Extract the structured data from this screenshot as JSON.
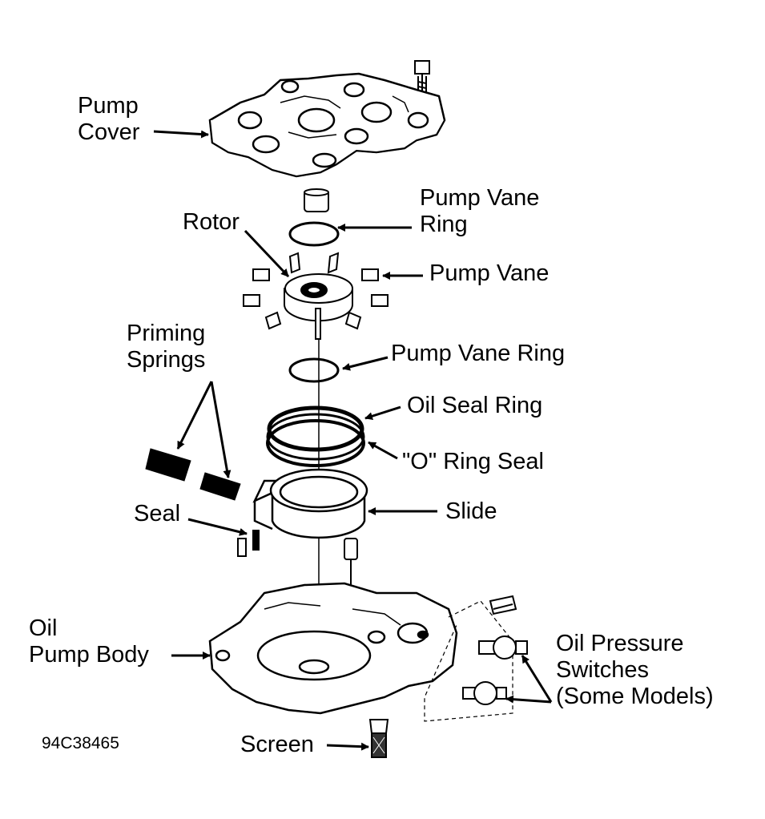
{
  "labels": {
    "pump_cover": [
      "Pump",
      "Cover"
    ],
    "pump_vane_ring_top": [
      "Pump Vane",
      "Ring"
    ],
    "rotor": "Rotor",
    "pump_vane": "Pump Vane",
    "priming_springs": [
      "Priming",
      "Springs"
    ],
    "pump_vane_ring_bottom": "Pump Vane Ring",
    "oil_seal_ring": "Oil Seal Ring",
    "o_ring_seal": "\"O\" Ring Seal",
    "seal": "Seal",
    "slide": "Slide",
    "oil_pump_body": [
      "Oil",
      "Pump Body"
    ],
    "oil_pressure_switches": [
      "Oil Pressure",
      "Switches",
      "(Some Models)"
    ],
    "screen": "Screen"
  },
  "figure_code": "94C38465"
}
